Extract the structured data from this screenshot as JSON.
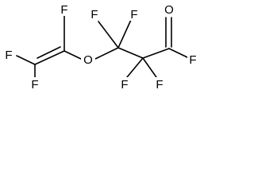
{
  "molecule": {
    "atoms": {
      "f_top_vinyl": "F",
      "f_left_upper": "F",
      "f_left_lower": "F",
      "o_ether": "O",
      "f_cf2_a": "F",
      "f_cf2_b": "F",
      "f_cf2_c": "F",
      "f_cf2_d": "F",
      "o_carbonyl": "O",
      "f_acyl": "F"
    }
  }
}
